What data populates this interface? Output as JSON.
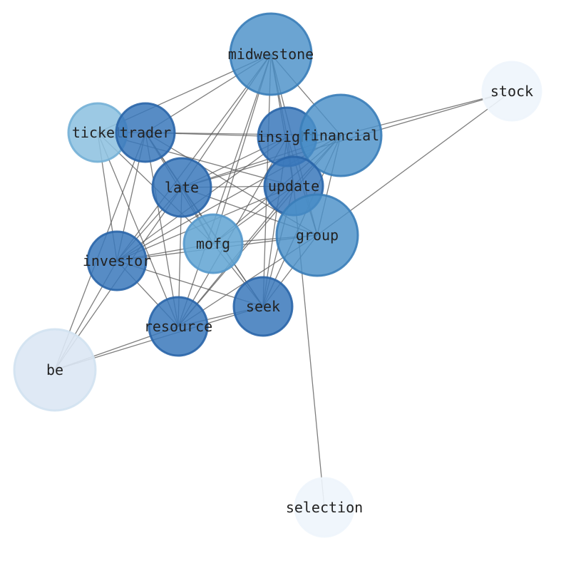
{
  "graph": {
    "nodes": [
      {
        "id": "midwestone",
        "label": "midwestone",
        "fill": "#4a90c8",
        "stroke": "#3a7db8",
        "opacity": 0.82
      },
      {
        "id": "stock",
        "label": "stock",
        "fill": "#eef5fc",
        "stroke": "#eef5fc",
        "opacity": 0.9
      },
      {
        "id": "ticket",
        "label": "ticket",
        "fill": "#8ec2e0",
        "stroke": "#74b0d6",
        "opacity": 0.88
      },
      {
        "id": "trader",
        "label": "trader",
        "fill": "#3a78bb",
        "stroke": "#2a65a8",
        "opacity": 0.85
      },
      {
        "id": "insight",
        "label": "insight",
        "fill": "#3a78bb",
        "stroke": "#2a65a8",
        "opacity": 0.85
      },
      {
        "id": "financial",
        "label": "financial",
        "fill": "#4a90c8",
        "stroke": "#3a7db8",
        "opacity": 0.82
      },
      {
        "id": "late",
        "label": "late",
        "fill": "#3a78bb",
        "stroke": "#2a65a8",
        "opacity": 0.85
      },
      {
        "id": "update",
        "label": "update",
        "fill": "#3a78bb",
        "stroke": "#2a65a8",
        "opacity": 0.85
      },
      {
        "id": "group",
        "label": "group",
        "fill": "#4a90c8",
        "stroke": "#3a7db8",
        "opacity": 0.82
      },
      {
        "id": "mofg",
        "label": "mofg",
        "fill": "#64a6d4",
        "stroke": "#5599cc",
        "opacity": 0.88
      },
      {
        "id": "investor",
        "label": "investor",
        "fill": "#3a78bb",
        "stroke": "#2a65a8",
        "opacity": 0.85
      },
      {
        "id": "seek",
        "label": "seek",
        "fill": "#3a78bb",
        "stroke": "#2a65a8",
        "opacity": 0.85
      },
      {
        "id": "resource",
        "label": "resource",
        "fill": "#3a78bb",
        "stroke": "#2a65a8",
        "opacity": 0.85
      },
      {
        "id": "be",
        "label": "be",
        "fill": "#dbe7f4",
        "stroke": "#d2e2f1",
        "opacity": 0.9
      },
      {
        "id": "selection",
        "label": "selection",
        "fill": "#eef5fc",
        "stroke": "#eef5fc",
        "opacity": 0.9
      }
    ],
    "edges": [
      [
        "midwestone",
        "trader"
      ],
      [
        "midwestone",
        "ticket"
      ],
      [
        "midwestone",
        "late"
      ],
      [
        "midwestone",
        "insight"
      ],
      [
        "midwestone",
        "financial"
      ],
      [
        "midwestone",
        "update"
      ],
      [
        "midwestone",
        "group"
      ],
      [
        "midwestone",
        "mofg"
      ],
      [
        "midwestone",
        "seek"
      ],
      [
        "midwestone",
        "investor"
      ],
      [
        "midwestone",
        "resource"
      ],
      [
        "stock",
        "financial"
      ],
      [
        "stock",
        "late"
      ],
      [
        "stock",
        "group"
      ],
      [
        "ticket",
        "trader"
      ],
      [
        "ticket",
        "investor"
      ],
      [
        "ticket",
        "resource"
      ],
      [
        "ticket",
        "mofg"
      ],
      [
        "ticket",
        "update"
      ],
      [
        "trader",
        "insight"
      ],
      [
        "trader",
        "financial"
      ],
      [
        "trader",
        "late"
      ],
      [
        "trader",
        "mofg"
      ],
      [
        "trader",
        "seek"
      ],
      [
        "trader",
        "investor"
      ],
      [
        "trader",
        "resource"
      ],
      [
        "trader",
        "group"
      ],
      [
        "trader",
        "be"
      ],
      [
        "insight",
        "late"
      ],
      [
        "insight",
        "update"
      ],
      [
        "insight",
        "group"
      ],
      [
        "insight",
        "investor"
      ],
      [
        "insight",
        "resource"
      ],
      [
        "insight",
        "seek"
      ],
      [
        "financial",
        "late"
      ],
      [
        "financial",
        "group"
      ],
      [
        "financial",
        "update"
      ],
      [
        "financial",
        "investor"
      ],
      [
        "financial",
        "resource"
      ],
      [
        "financial",
        "seek"
      ],
      [
        "financial",
        "mofg"
      ],
      [
        "late",
        "update"
      ],
      [
        "late",
        "group"
      ],
      [
        "late",
        "mofg"
      ],
      [
        "late",
        "investor"
      ],
      [
        "late",
        "resource"
      ],
      [
        "late",
        "seek"
      ],
      [
        "late",
        "be"
      ],
      [
        "update",
        "mofg"
      ],
      [
        "update",
        "investor"
      ],
      [
        "update",
        "seek"
      ],
      [
        "update",
        "resource"
      ],
      [
        "update",
        "selection"
      ],
      [
        "group",
        "mofg"
      ],
      [
        "group",
        "investor"
      ],
      [
        "group",
        "seek"
      ],
      [
        "group",
        "resource"
      ],
      [
        "mofg",
        "investor"
      ],
      [
        "mofg",
        "seek"
      ],
      [
        "investor",
        "seek"
      ],
      [
        "investor",
        "resource"
      ],
      [
        "investor",
        "be"
      ],
      [
        "seek",
        "resource"
      ],
      [
        "seek",
        "be"
      ],
      [
        "resource",
        "be"
      ]
    ]
  }
}
